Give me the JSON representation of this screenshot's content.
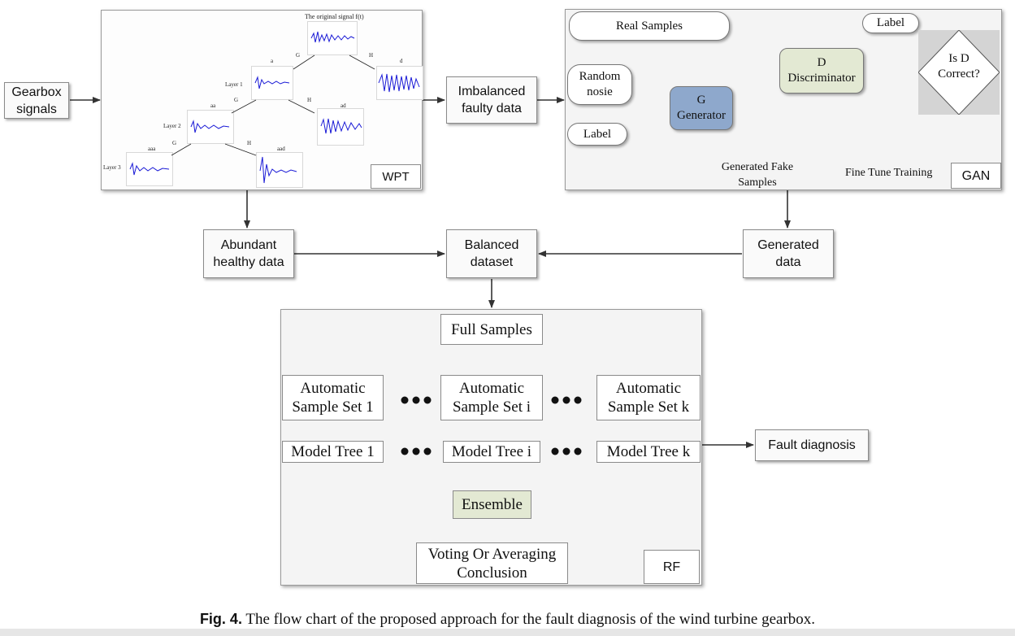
{
  "inputs": {
    "gearbox_signals": "Gearbox\nsignals"
  },
  "wpt": {
    "label": "WPT",
    "original_signal": "The original signal f(t)",
    "layers": [
      "Layer 1",
      "Layer 2",
      "Layer 3"
    ],
    "nodes": {
      "a": "a",
      "d": "d",
      "aa": "aa",
      "ad": "ad",
      "aaa": "aaa",
      "aad": "aad"
    },
    "filters": {
      "g": "G",
      "h": "H"
    }
  },
  "imbalanced": "Imbalanced\nfaulty data",
  "gan": {
    "label": "GAN",
    "real_samples": "Real Samples",
    "random_noise": "Random\nnosie",
    "label_left": "Label",
    "label_top": "Label",
    "generator": "G\nGenerator",
    "discriminator": "D\nDiscriminator",
    "decision": "Is D\nCorrect?",
    "fake_samples": "Generated Fake\nSamples",
    "fine_tune": "Fine Tune Training"
  },
  "middle": {
    "abundant": "Abundant\nhealthy data",
    "balanced": "Balanced\ndataset",
    "generated": "Generated\ndata"
  },
  "rf": {
    "label": "RF",
    "full_samples": "Full Samples",
    "sample_sets": [
      "Automatic\nSample Set 1",
      "Automatic\nSample Set i",
      "Automatic\nSample Set k"
    ],
    "model_trees": [
      "Model Tree 1",
      "Model Tree i",
      "Model Tree k"
    ],
    "ensemble": "Ensemble",
    "conclusion": "Voting Or Averaging\nConclusion"
  },
  "fault_diagnosis": "Fault diagnosis",
  "caption": {
    "prefix": "Fig. 4.",
    "text": "The flow chart of the proposed approach for the fault diagnosis of the wind turbine gearbox."
  },
  "colors": {
    "signal": "#1a1ad6",
    "generator": "#8ea8cc",
    "discriminator": "#e3e9d3",
    "ensemble": "#e3e9d3",
    "decision_bg": "#d4d4d4"
  }
}
